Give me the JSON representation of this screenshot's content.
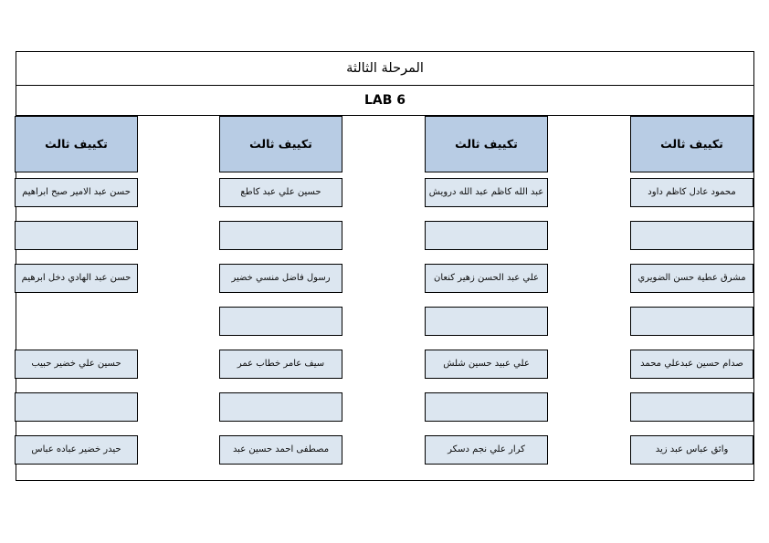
{
  "document": {
    "title_stage": "المرحلة الثالثة",
    "title_lab": "LAB 6",
    "group_header": "تكييف ثالث",
    "colors": {
      "header_fill": "#b8cce4",
      "cell_fill": "#dce6f0",
      "border": "#000000",
      "page_background": "#ffffff",
      "text": "#0d0d0d"
    }
  },
  "columns": [
    {
      "header": "تكييف ثالث",
      "cells": [
        {
          "type": "name",
          "text": "محمود عادل كاظم داود"
        },
        {
          "type": "blank",
          "text": ""
        },
        {
          "type": "name",
          "text": "مشرق عطية حسن الضويري"
        },
        {
          "type": "blank",
          "text": ""
        },
        {
          "type": "name",
          "text": "صدام حسين عبدعلي محمد"
        },
        {
          "type": "blank",
          "text": ""
        },
        {
          "type": "name",
          "text": "وائق عباس عبد زيد"
        }
      ]
    },
    {
      "header": "تكييف ثالث",
      "cells": [
        {
          "type": "name",
          "text": "عبد الله كاظم عبد الله درويش"
        },
        {
          "type": "blank",
          "text": ""
        },
        {
          "type": "name",
          "text": "علي عبد الحسن زهير كنعان"
        },
        {
          "type": "blank",
          "text": ""
        },
        {
          "type": "name",
          "text": "علي عبيد حسين شلش"
        },
        {
          "type": "blank",
          "text": ""
        },
        {
          "type": "name",
          "text": "كرار علي نجم دسكر"
        }
      ]
    },
    {
      "header": "تكييف ثالث",
      "cells": [
        {
          "type": "name",
          "text": "حسين علي عبد كاطع"
        },
        {
          "type": "blank",
          "text": ""
        },
        {
          "type": "name",
          "text": "رسول فاضل منسي خضير"
        },
        {
          "type": "blank",
          "text": ""
        },
        {
          "type": "name",
          "text": "سيف عامر خطاب عمر"
        },
        {
          "type": "blank",
          "text": ""
        },
        {
          "type": "name",
          "text": "مصطفى احمد حسين عبد"
        }
      ]
    },
    {
      "header": "تكييف ثالث",
      "cells": [
        {
          "type": "name",
          "text": "حسن عبد الامير صبح ابراهيم"
        },
        {
          "type": "blank",
          "text": ""
        },
        {
          "type": "name",
          "text": "حسن عبد الهادي دخل ابرهيم"
        },
        {
          "type": "empty",
          "text": ""
        },
        {
          "type": "name",
          "text": "حسين علي خضير حبيب"
        },
        {
          "type": "blank",
          "text": ""
        },
        {
          "type": "name",
          "text": "حيدر خضير عباده عباس"
        }
      ]
    }
  ]
}
